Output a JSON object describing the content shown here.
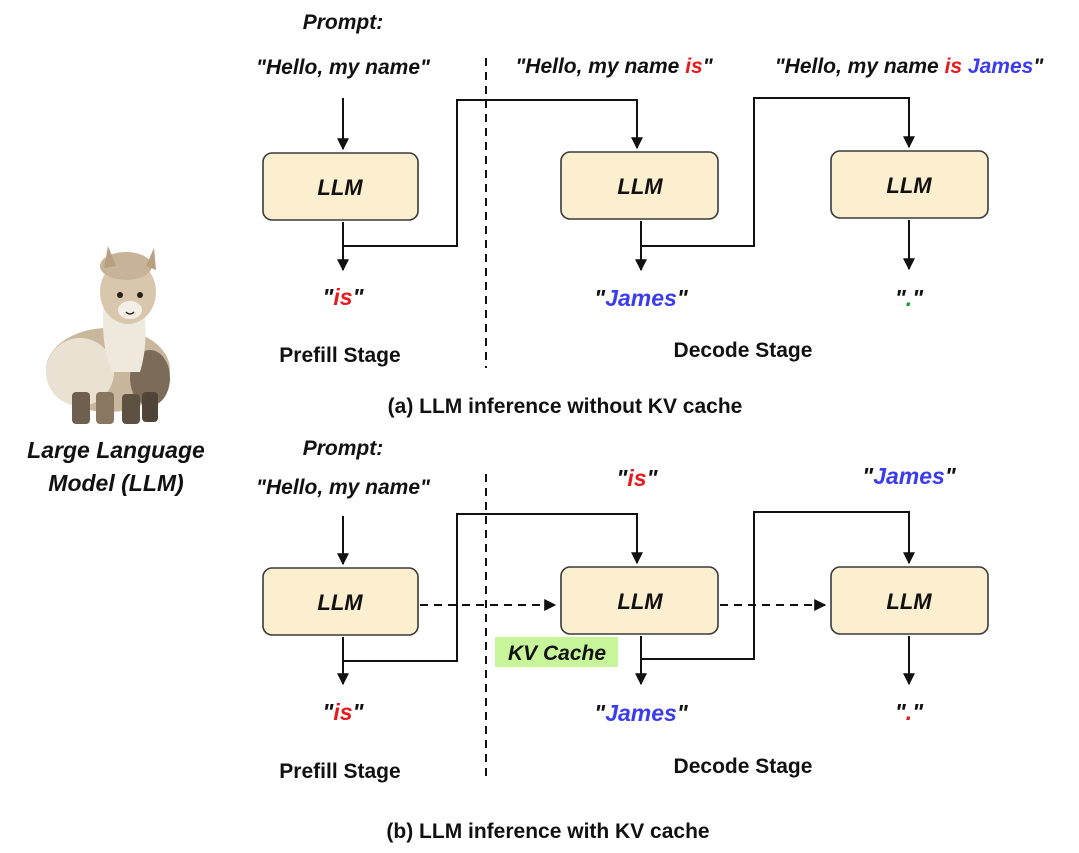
{
  "mascot": {
    "label_line1": "Large Language",
    "label_line2": "Model (LLM)"
  },
  "colors": {
    "red": "#e8191c",
    "blue": "#3b3bf0",
    "green": "#1a9a2a",
    "box_fill": "#fcefd0",
    "kv_highlight": "#c6f59a"
  },
  "panel_a": {
    "prompt_label": "Prompt:",
    "prompt_text": "\"Hello, my name\"",
    "step2_prefix": "\"Hello, my name ",
    "step2_red": "is",
    "step2_suffix": "\"",
    "step3_prefix": "\"Hello, my name ",
    "step3_red": "is",
    "step3_blue": "James",
    "step3_suffix": "\"",
    "box1": "LLM",
    "box2": "LLM",
    "box3": "LLM",
    "out1": "is",
    "out2": "James",
    "out3": ".",
    "quote": "\"",
    "prefill_label": "Prefill Stage",
    "decode_label": "Decode Stage",
    "caption": "(a)  LLM inference without KV cache"
  },
  "panel_b": {
    "prompt_label": "Prompt:",
    "prompt_text": "\"Hello, my name\"",
    "in2": "is",
    "in3": "James",
    "box1": "LLM",
    "box2": "LLM",
    "box3": "LLM",
    "kv_label": "KV Cache",
    "out1": "is",
    "out2": "James",
    "out3": ".",
    "quote": "\"",
    "prefill_label": "Prefill Stage",
    "decode_label": "Decode Stage",
    "caption": "(b)  LLM inference with KV cache"
  }
}
